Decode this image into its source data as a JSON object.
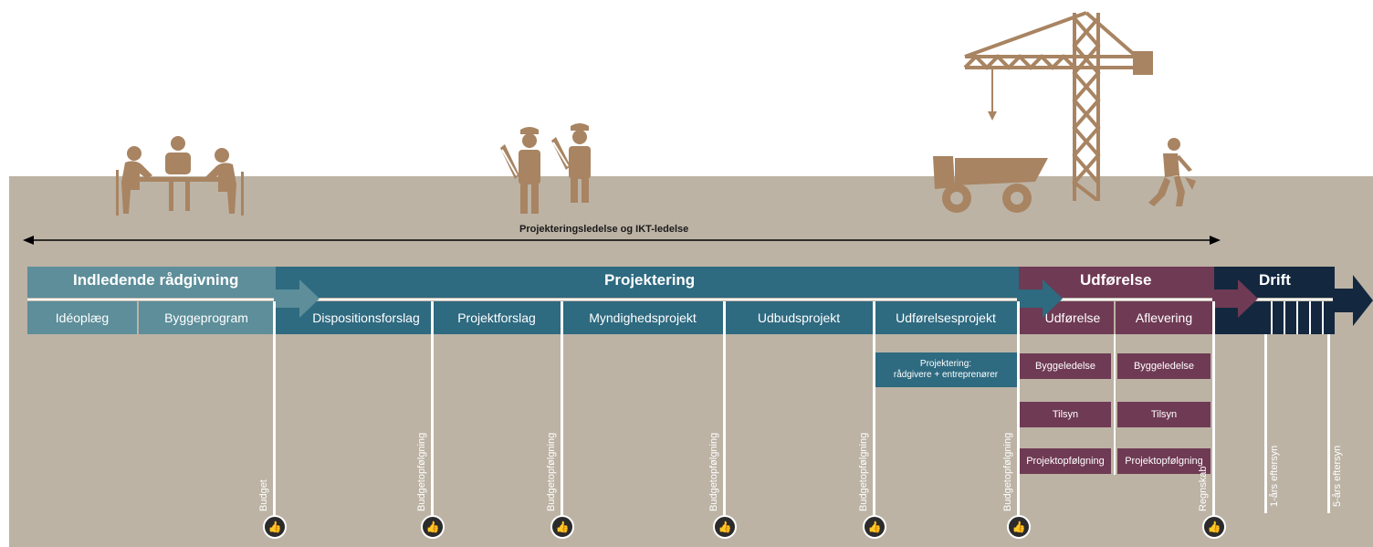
{
  "colors": {
    "ground": "#bcb3a5",
    "icon": "#a88462",
    "indledende": "#5d8e9a",
    "projektering": "#2e6a80",
    "udforelse": "#6f3a54",
    "drift": "#13283f"
  },
  "arrow_label": "Projekteringsledelse og IKT-ledelse",
  "headers": {
    "indledende": "Indledende rådgivning",
    "projektering": "Projektering",
    "udforelse": "Udførelse",
    "drift": "Drift"
  },
  "phases": [
    "Idéoplæg",
    "Byggeprogram",
    "Dispositionsforslag",
    "Projektforslag",
    "Myndighedsprojekt",
    "Udbudsprojekt",
    "Udførelsesprojekt",
    "Udførelse",
    "Aflevering"
  ],
  "projektering_box": {
    "line1": "Projektering:",
    "line2": "rådgivere + entreprenører"
  },
  "tasks": {
    "col1": [
      "Byggeledelse",
      "Tilsyn",
      "Projektopfølgning"
    ],
    "col2": [
      "Byggeledelse",
      "Tilsyn",
      "Projektopfølgning"
    ]
  },
  "milestones": [
    "Budget",
    "Budgetopfølgning",
    "Budgetopfølgning",
    "Budgetopfølgning",
    "Budgetopfølgning",
    "Budgetopfølgning",
    "Regnskab",
    "1-års eftersyn",
    "5-års eftersyn"
  ],
  "icons": [
    "meeting-icon",
    "engineers-icon",
    "dump-truck-icon",
    "tower-crane-icon",
    "digging-worker-icon",
    "thumbs-up-icon"
  ]
}
